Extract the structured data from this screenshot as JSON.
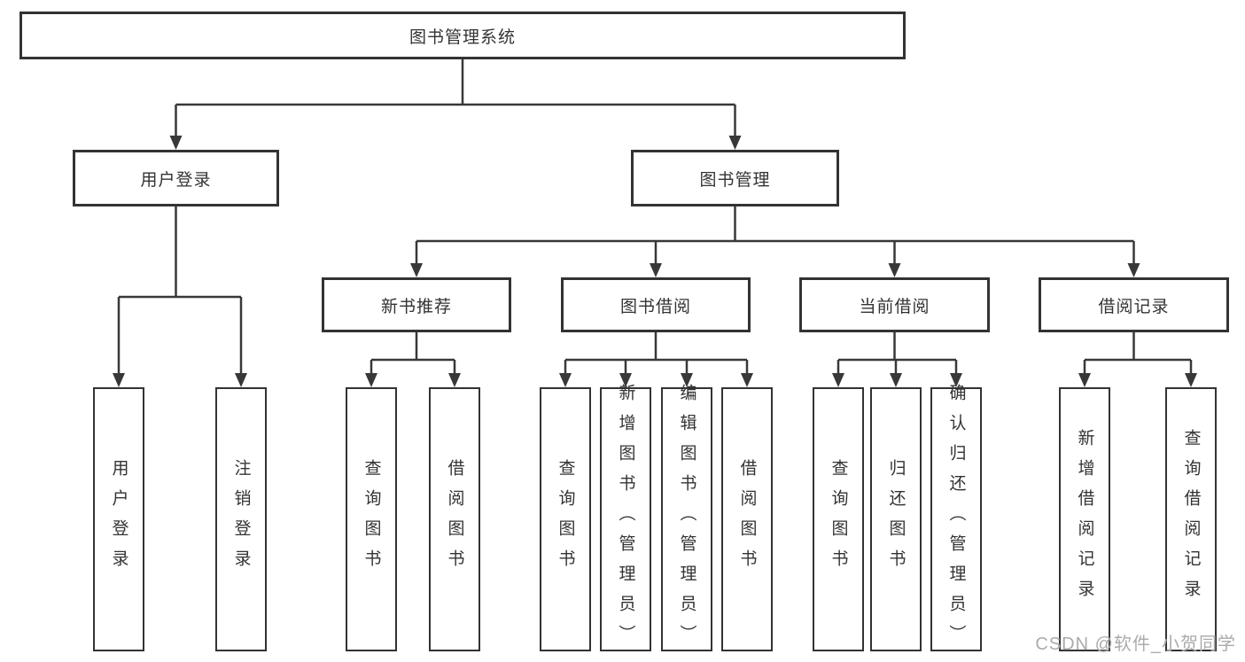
{
  "tree": {
    "root": {
      "label": "图书管理系统",
      "children": [
        {
          "label": "用户登录",
          "children": [
            {
              "label": "用户登录"
            },
            {
              "label": "注销登录"
            }
          ]
        },
        {
          "label": "图书管理",
          "children": [
            {
              "label": "新书推荐",
              "children": [
                {
                  "label": "查询图书"
                },
                {
                  "label": "借阅图书"
                }
              ]
            },
            {
              "label": "图书借阅",
              "children": [
                {
                  "label": "查询图书"
                },
                {
                  "label": "新增图书（管理员）"
                },
                {
                  "label": "编辑图书（管理员）"
                },
                {
                  "label": "借阅图书"
                }
              ]
            },
            {
              "label": "当前借阅",
              "children": [
                {
                  "label": "查询图书"
                },
                {
                  "label": "归还图书"
                },
                {
                  "label": "确认归还（管理员）"
                }
              ]
            },
            {
              "label": "借阅记录",
              "children": [
                {
                  "label": "新增借阅记录"
                },
                {
                  "label": "查询借阅记录"
                }
              ]
            }
          ]
        }
      ]
    }
  },
  "watermark": {
    "text": "CSDN @软件_小贺同学"
  },
  "colors": {
    "line": "#383838",
    "box_border": "#333333",
    "text": "#333333",
    "watermark": "#ababab",
    "background": "#ffffff"
  }
}
